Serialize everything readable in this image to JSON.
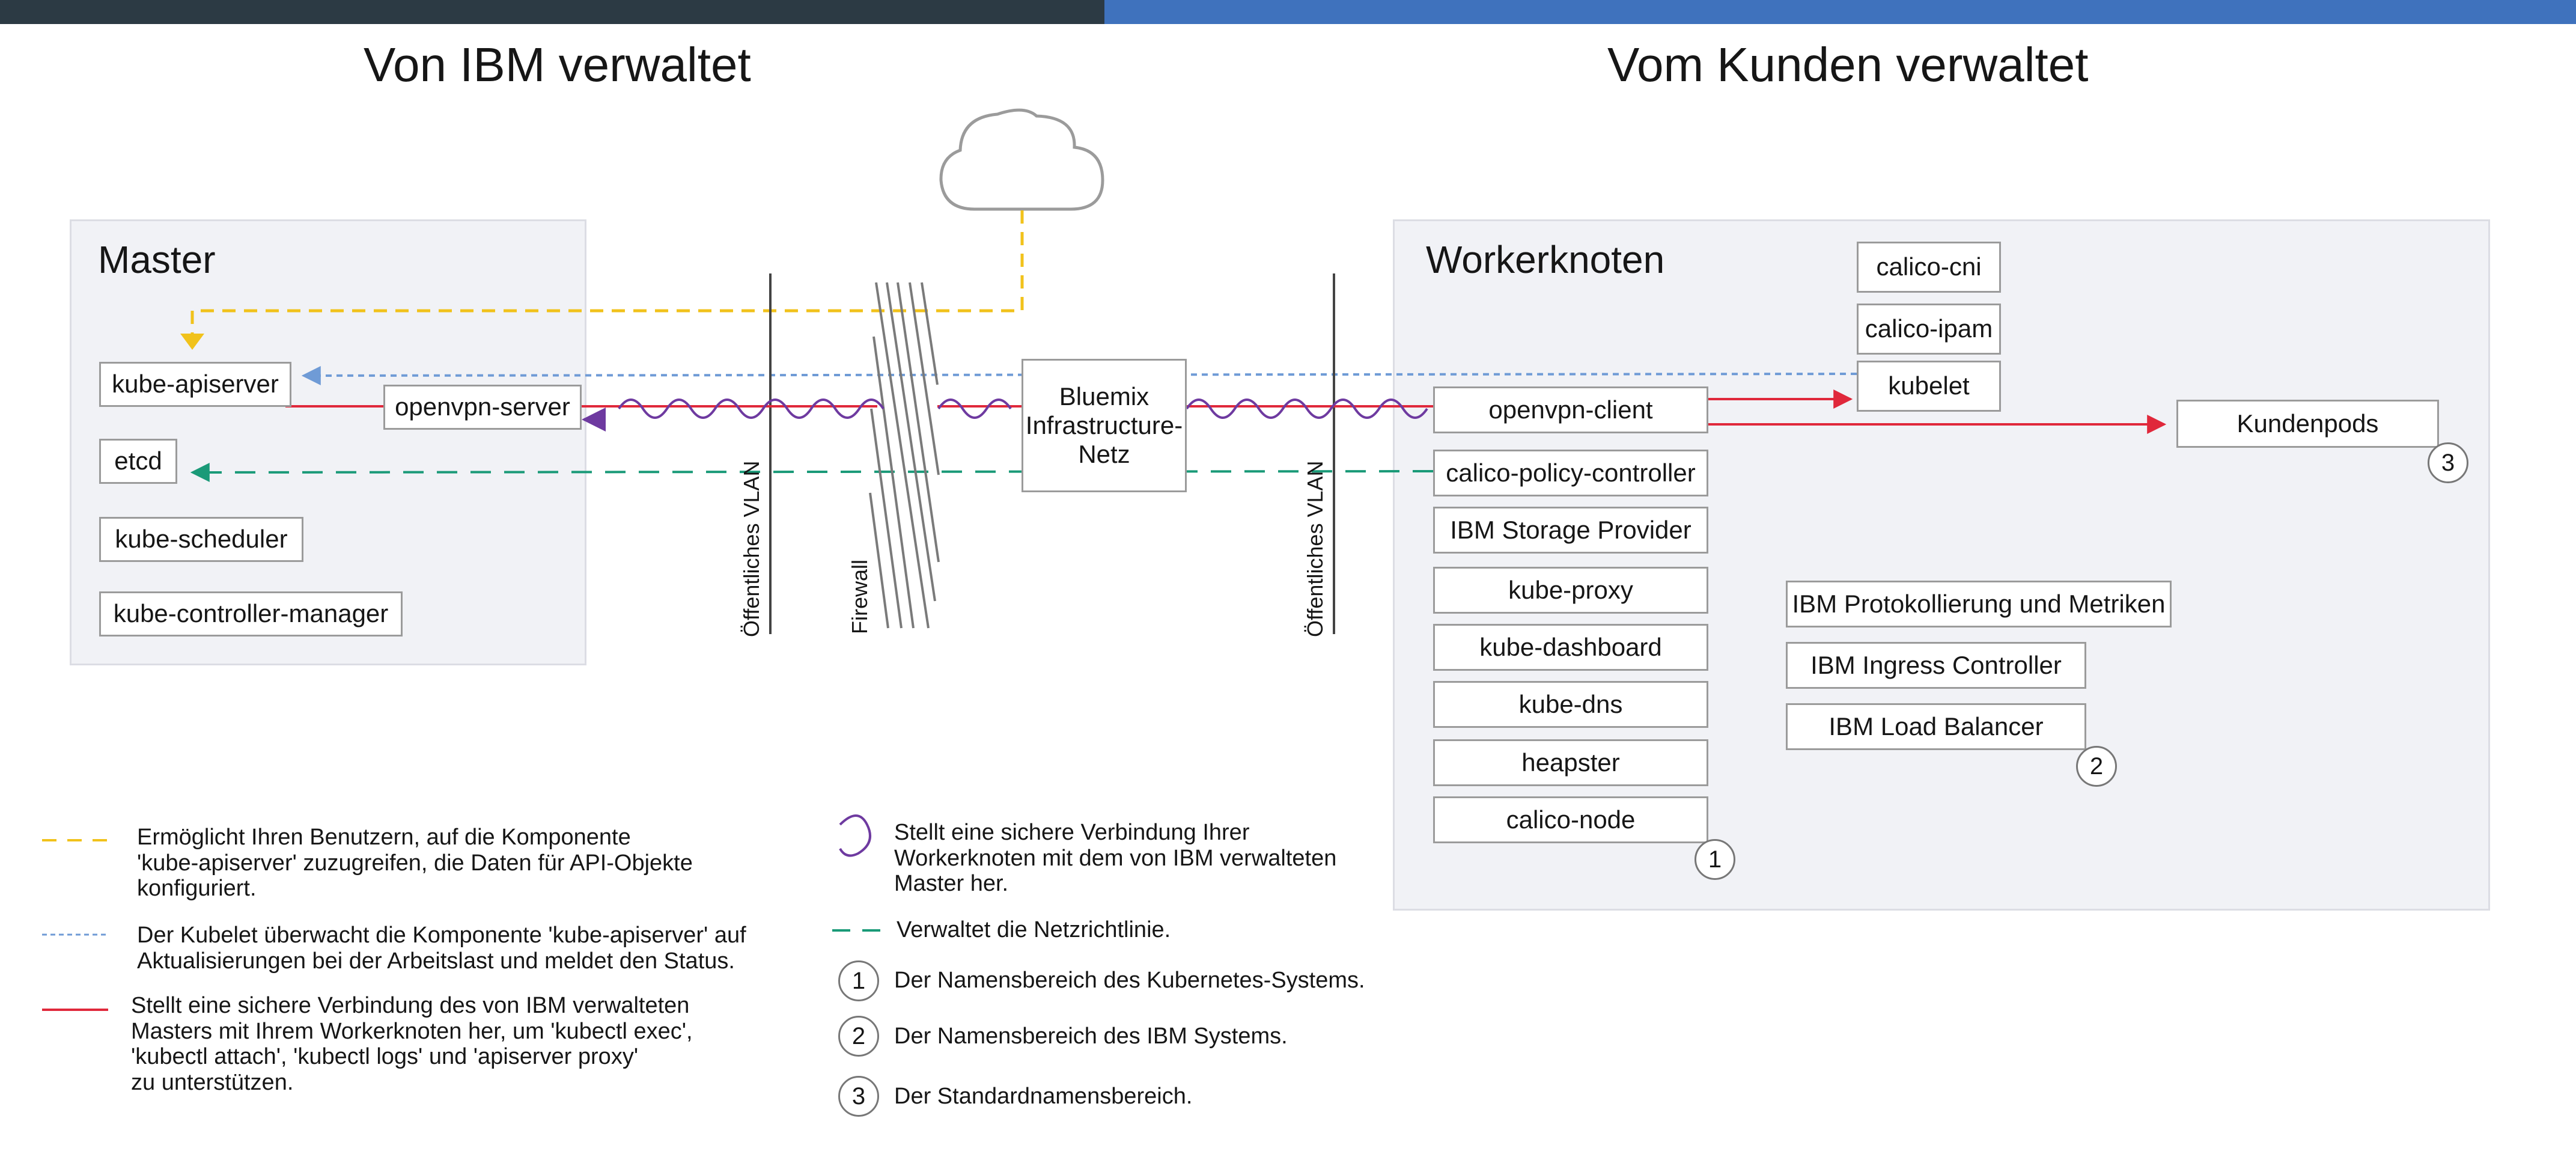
{
  "headings": {
    "ibm_managed": "Von IBM verwaltet",
    "customer_managed": "Vom Kunden verwaltet"
  },
  "master": {
    "title": "Master",
    "components": [
      "kube-apiserver",
      "etcd",
      "kube-scheduler",
      "kube-controller-manager"
    ]
  },
  "network": {
    "openvpn_server": "openvpn-server",
    "public_vlan_label": "Öffentliches VLAN",
    "firewall_label": "Firewall",
    "infrastructure": "Bluemix\nInfrastructure-\nNetz"
  },
  "worker": {
    "title": "Workerknoten",
    "openvpn_client": "openvpn-client",
    "kube_system": [
      "calico-policy-controller",
      "IBM Storage Provider",
      "kube-proxy",
      "kube-dashboard",
      "kube-dns",
      "heapster",
      "calico-node"
    ],
    "node_components": [
      "calico-cni",
      "calico-ipam",
      "kubelet"
    ],
    "ibm_system": [
      "IBM Protokollierung und Metriken",
      "IBM Ingress Controller",
      "IBM Load Balancer"
    ],
    "customer_pods": "Kundenpods",
    "namespace_markers": [
      "1",
      "2",
      "3"
    ]
  },
  "legend": {
    "yellow_dashed": "Ermöglicht Ihren Benutzern, auf die Komponente\n'kube-apiserver' zuzugreifen, die Daten für API-Objekte\nkonfiguriert.",
    "blue_dotted": "Der Kubelet überwacht die Komponente 'kube-apiserver' auf\nAktualisierungen bei der Arbeitslast und meldet den Status.",
    "red_solid": "Stellt eine sichere Verbindung des von IBM verwalteten\nMasters mit Ihrem Workerknoten her, um 'kubectl exec',\n'kubectl attach', 'kubectl logs' und 'apiserver proxy'\nzu unterstützen.",
    "purple_coil": "Stellt eine sichere Verbindung Ihrer\nWorkerknoten mit dem von IBM verwalteten\nMaster her.",
    "green_dashed": "Verwaltet die Netzrichtlinie.",
    "namespaces": [
      {
        "marker": "1",
        "text": "Der Namensbereich des Kubernetes-Systems."
      },
      {
        "marker": "2",
        "text": "Der Namensbereich des IBM Systems."
      },
      {
        "marker": "3",
        "text": "Der Standardnamensbereich."
      }
    ]
  },
  "colors": {
    "yellow": "#f1c21b",
    "blue": "#6f9bd6",
    "red": "#e0283b",
    "purple": "#6e3aa0",
    "green": "#1a9a78",
    "bar_dark": "#2c3a44",
    "bar_blue": "#3f72bd"
  },
  "icons": [
    "cloud-icon",
    "coil-connection-icon",
    "firewall-icon"
  ]
}
